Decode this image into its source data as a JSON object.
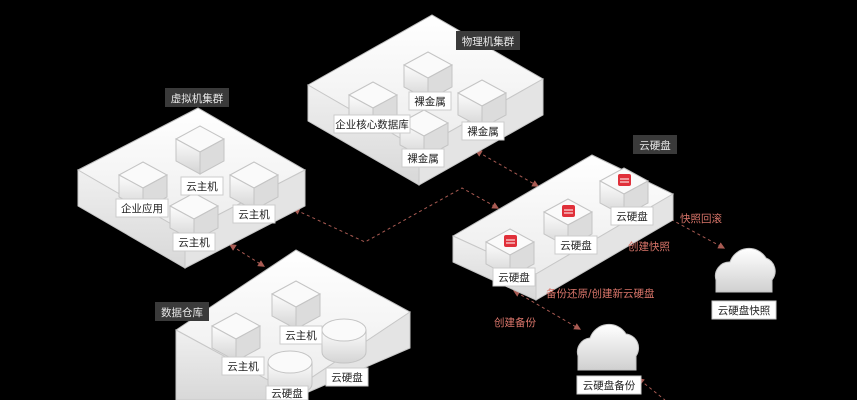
{
  "clusters": {
    "physical": {
      "title": "物理机集群",
      "items": [
        "裸金属",
        "企业核心数据库",
        "裸金属",
        "裸金属"
      ]
    },
    "virtual": {
      "title": "虚拟机集群",
      "items": [
        "云主机",
        "企业应用",
        "云主机",
        "云主机"
      ]
    },
    "warehouse": {
      "title": "数据仓库",
      "items": [
        "云主机",
        "云主机",
        "云硬盘",
        "云硬盘"
      ]
    },
    "cloud_disk": {
      "title": "云硬盘",
      "items": [
        "云硬盘",
        "云硬盘",
        "云硬盘"
      ]
    }
  },
  "clouds": {
    "snapshot": "云硬盘快照",
    "backup": "云硬盘备份"
  },
  "annotations": {
    "snapshot_rollback": "快照回滚",
    "create_snapshot": "创建快照",
    "backup_restore": "备份还原/创建新云硬盘",
    "create_backup": "创建备份"
  },
  "colors": {
    "arrow": "#a85a52",
    "annotation": "#d9756a",
    "disk_icon": "#e0303a"
  }
}
